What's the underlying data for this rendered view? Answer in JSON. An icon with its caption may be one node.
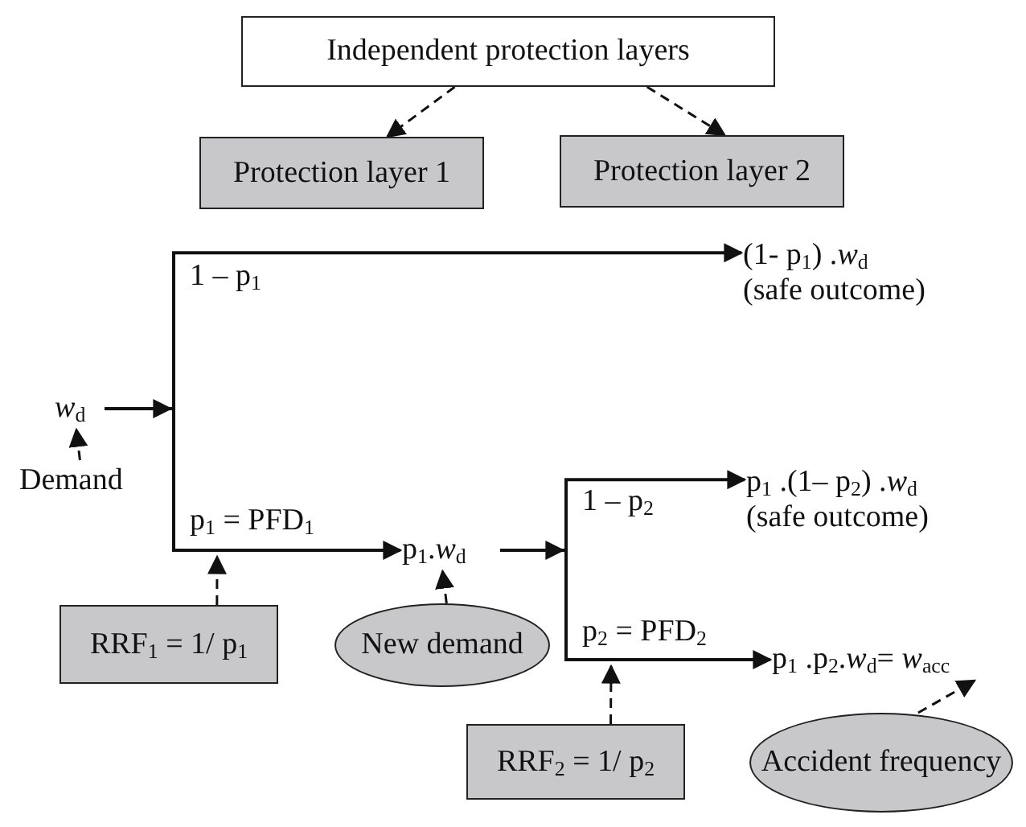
{
  "diagram": {
    "nodes": [
      {
        "text": [
          "Independent protection layers"
        ]
      },
      {
        "text": [
          "Protection layer 1"
        ]
      },
      {
        "text": [
          "Protection layer 2"
        ]
      },
      {
        "text": [
          "*w*$_{d}$"
        ]
      },
      {
        "text": [
          "Demand"
        ]
      },
      {
        "text": [
          "(1- p$_{1}$) .*w*$_{d}$",
          "(safe outcome)"
        ]
      },
      {
        "text": [
          "p$_{1}$.*w*$_{d}$"
        ]
      },
      {
        "text": [
          "RRF$_{1}$ = 1/ p$_{1}$"
        ]
      },
      {
        "text": [
          "New demand"
        ]
      },
      {
        "text": [
          "p$_{1}$ .(1– p$_{2}$) .*w*$_{d}$",
          "(safe outcome)"
        ]
      },
      {
        "text": [
          "p$_{1}$ .p$_{2}$.*w*$_{d}$= *w*$_{acc}$"
        ]
      },
      {
        "text": [
          "RRF$_{2}$ = 1/ p$_{2}$"
        ]
      },
      {
        "text": [
          "Accident frequency"
        ]
      }
    ],
    "edges": [
      {
        "from": 0,
        "to": 1,
        "arrow": "to",
        "style": "dashed"
      },
      {
        "from": 0,
        "to": 2,
        "arrow": "to",
        "style": "dashed"
      },
      {
        "from": 4,
        "to": 3,
        "arrow": "to",
        "style": "dashed"
      },
      {
        "from": 3,
        "to": 5,
        "arrow": "to",
        "label": "1 – p$_{1}$"
      },
      {
        "from": 3,
        "to": 6,
        "arrow": "to",
        "label": "p$_{1}$ = PFD$_{1}$"
      },
      {
        "from": 6,
        "to": 9,
        "arrow": "to",
        "label": "1 – p$_{2}$"
      },
      {
        "from": 6,
        "to": 10,
        "arrow": "to",
        "label": "p$_{2}$ = PFD$_{2}$"
      },
      {
        "from": 7,
        "to": null,
        "arrow": "to",
        "style": "dashed"
      },
      {
        "from": 8,
        "to": 6,
        "arrow": "to",
        "style": "dashed"
      },
      {
        "from": 11,
        "to": null,
        "arrow": "to",
        "style": "dashed"
      },
      {
        "from": 12,
        "to": 10,
        "arrow": "to",
        "style": "dashed"
      }
    ]
  }
}
